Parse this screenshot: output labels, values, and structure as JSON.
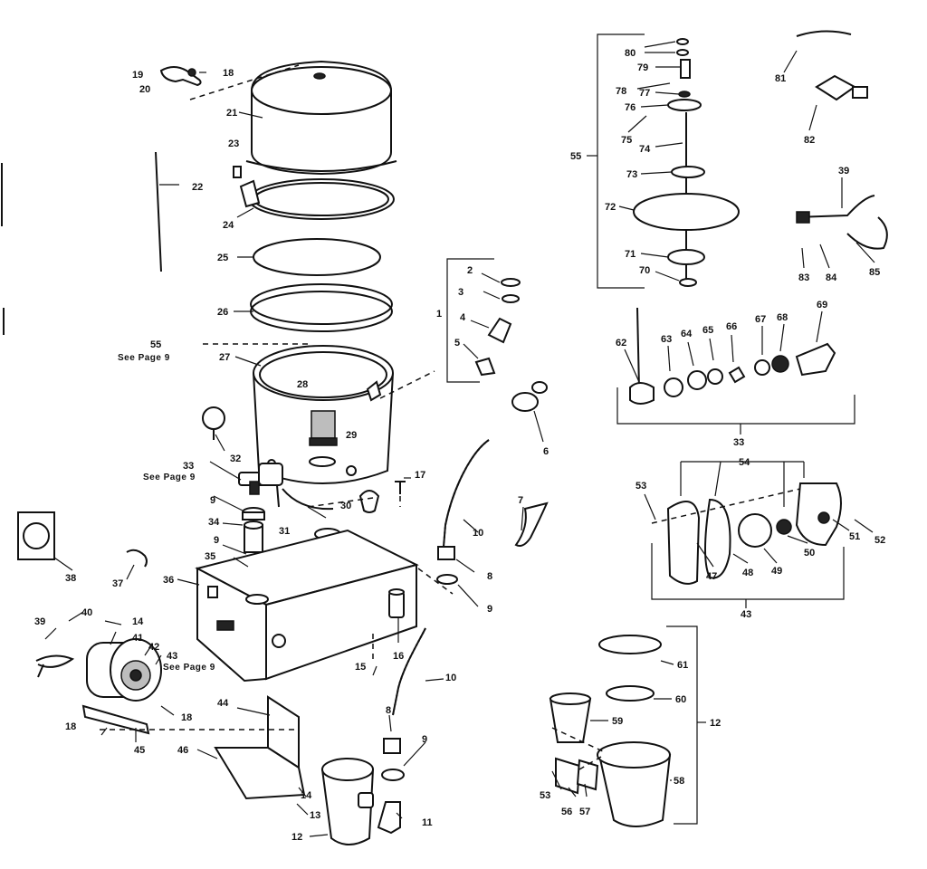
{
  "callouts": [
    {
      "id": "c2",
      "text": "2"
    },
    {
      "id": "c3",
      "text": "3"
    },
    {
      "id": "c4",
      "text": "4"
    },
    {
      "id": "c5",
      "text": "5"
    },
    {
      "id": "c6",
      "text": "6"
    },
    {
      "id": "c7",
      "text": "7"
    },
    {
      "id": "c8a",
      "text": "8"
    },
    {
      "id": "c8b",
      "text": "8"
    },
    {
      "id": "c9a",
      "text": "9"
    },
    {
      "id": "c9b",
      "text": "9"
    },
    {
      "id": "c9c",
      "text": "9"
    },
    {
      "id": "c9d",
      "text": "9"
    },
    {
      "id": "c10a",
      "text": "10"
    },
    {
      "id": "c10b",
      "text": "10"
    },
    {
      "id": "c11",
      "text": "11"
    },
    {
      "id": "c12a",
      "text": "12"
    },
    {
      "id": "c12b",
      "text": "12"
    },
    {
      "id": "c13",
      "text": "13"
    },
    {
      "id": "c14a",
      "text": "14"
    },
    {
      "id": "c14b",
      "text": "14"
    },
    {
      "id": "c15",
      "text": "15"
    },
    {
      "id": "c16",
      "text": "16"
    },
    {
      "id": "c17",
      "text": "17"
    },
    {
      "id": "c18a",
      "text": "18"
    },
    {
      "id": "c18b",
      "text": "18"
    },
    {
      "id": "c18c",
      "text": "18"
    },
    {
      "id": "c19",
      "text": "19"
    },
    {
      "id": "c20",
      "text": "20"
    },
    {
      "id": "c21",
      "text": "21"
    },
    {
      "id": "c22",
      "text": "22"
    },
    {
      "id": "c23",
      "text": "23"
    },
    {
      "id": "c24",
      "text": "24"
    },
    {
      "id": "c25",
      "text": "25"
    },
    {
      "id": "c26",
      "text": "26"
    },
    {
      "id": "c27",
      "text": "27"
    },
    {
      "id": "c28",
      "text": "28"
    },
    {
      "id": "c29",
      "text": "29"
    },
    {
      "id": "c30",
      "text": "30"
    },
    {
      "id": "c31",
      "text": "31"
    },
    {
      "id": "c32",
      "text": "32"
    },
    {
      "id": "c33a",
      "text": "33"
    },
    {
      "id": "c33b",
      "text": "33"
    },
    {
      "id": "c34",
      "text": "34"
    },
    {
      "id": "c35",
      "text": "35"
    },
    {
      "id": "c36",
      "text": "36"
    },
    {
      "id": "c37",
      "text": "37"
    },
    {
      "id": "c38",
      "text": "38"
    },
    {
      "id": "c39a",
      "text": "39"
    },
    {
      "id": "c39b",
      "text": "39"
    },
    {
      "id": "c40",
      "text": "40"
    },
    {
      "id": "c41",
      "text": "41"
    },
    {
      "id": "c42",
      "text": "42"
    },
    {
      "id": "c43a",
      "text": "43"
    },
    {
      "id": "c43b",
      "text": "43"
    },
    {
      "id": "c44",
      "text": "44"
    },
    {
      "id": "c45",
      "text": "45"
    },
    {
      "id": "c46",
      "text": "46"
    },
    {
      "id": "c47",
      "text": "47"
    },
    {
      "id": "c48",
      "text": "48"
    },
    {
      "id": "c49",
      "text": "49"
    },
    {
      "id": "c50",
      "text": "50"
    },
    {
      "id": "c51",
      "text": "51"
    },
    {
      "id": "c52",
      "text": "52"
    },
    {
      "id": "c53a",
      "text": "53"
    },
    {
      "id": "c53b",
      "text": "53"
    },
    {
      "id": "c54",
      "text": "54"
    },
    {
      "id": "c55a",
      "text": "55"
    },
    {
      "id": "c55b",
      "text": "55"
    },
    {
      "id": "c56",
      "text": "56"
    },
    {
      "id": "c57",
      "text": "57"
    },
    {
      "id": "c58",
      "text": "58"
    },
    {
      "id": "c59",
      "text": "59"
    },
    {
      "id": "c60",
      "text": "60"
    },
    {
      "id": "c61",
      "text": "61"
    },
    {
      "id": "c62",
      "text": "62"
    },
    {
      "id": "c63",
      "text": "63"
    },
    {
      "id": "c64",
      "text": "64"
    },
    {
      "id": "c65",
      "text": "65"
    },
    {
      "id": "c66",
      "text": "66"
    },
    {
      "id": "c67",
      "text": "67"
    },
    {
      "id": "c68",
      "text": "68"
    },
    {
      "id": "c69",
      "text": "69"
    },
    {
      "id": "c70",
      "text": "70"
    },
    {
      "id": "c71",
      "text": "71"
    },
    {
      "id": "c72",
      "text": "72"
    },
    {
      "id": "c73",
      "text": "73"
    },
    {
      "id": "c74",
      "text": "74"
    },
    {
      "id": "c75",
      "text": "75"
    },
    {
      "id": "c76",
      "text": "76"
    },
    {
      "id": "c77",
      "text": "77"
    },
    {
      "id": "c78",
      "text": "78"
    },
    {
      "id": "c79",
      "text": "79"
    },
    {
      "id": "c80",
      "text": "80"
    },
    {
      "id": "c81",
      "text": "81"
    },
    {
      "id": "c82",
      "text": "82"
    },
    {
      "id": "c83",
      "text": "83"
    },
    {
      "id": "c84",
      "text": "84"
    },
    {
      "id": "c85",
      "text": "85"
    },
    {
      "id": "c1",
      "text": "1"
    }
  ],
  "notes": {
    "see_page_9_a": "See Page 9",
    "see_page_9_b": "See Page 9",
    "see_page_9_c": "See Page 9"
  }
}
